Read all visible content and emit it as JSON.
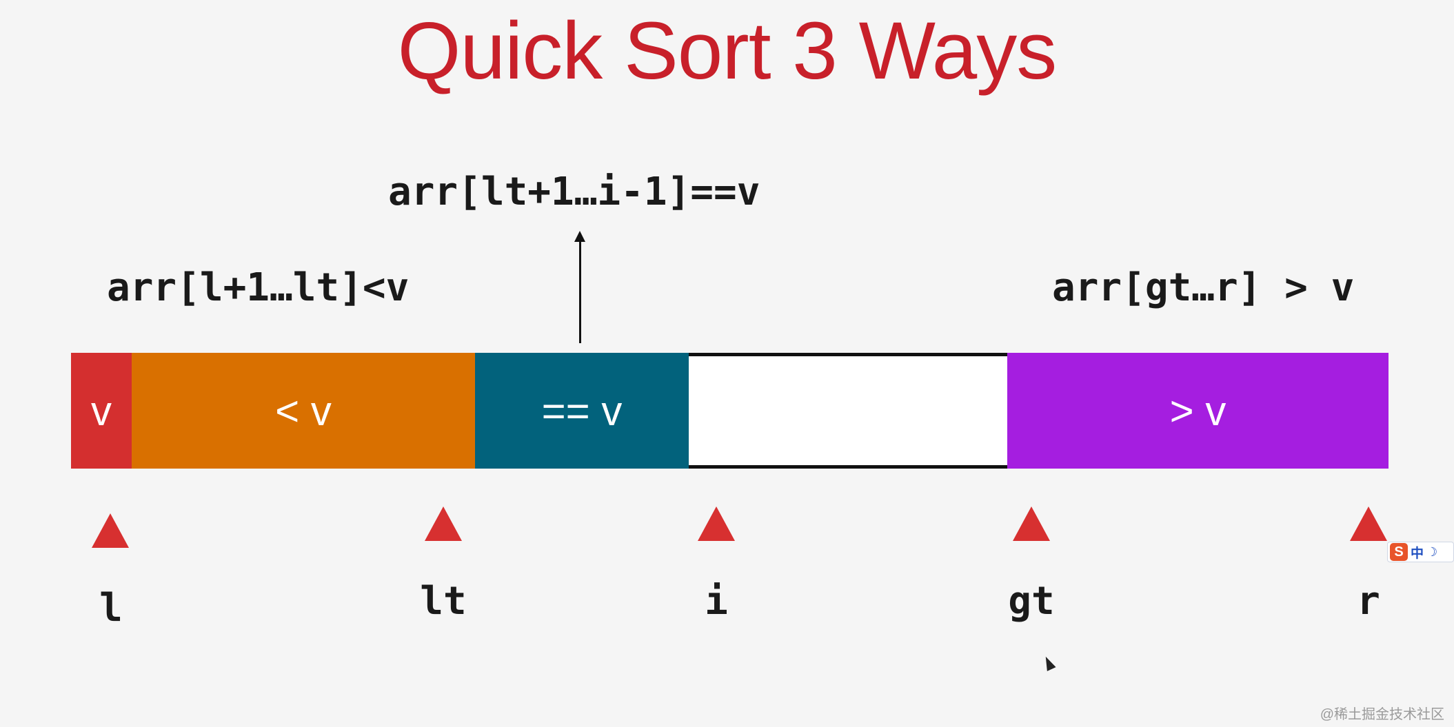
{
  "title": "Quick Sort 3 Ways",
  "annotations": {
    "equal_range": "arr[lt+1…i-1]==v",
    "less_range": "arr[l+1…lt]<v",
    "greater_range": "arr[gt…r] > v"
  },
  "segments": [
    {
      "label": "v",
      "color": "#d42f2f"
    },
    {
      "label": "< v",
      "color": "#d97000"
    },
    {
      "label": "== v",
      "color": "#02627c"
    },
    {
      "label": "",
      "color": "#ffffff"
    },
    {
      "label": "> v",
      "color": "#a51ee0"
    }
  ],
  "pointers": [
    "l",
    "lt",
    "i",
    "gt",
    "r"
  ],
  "pointer_color": "#d73030",
  "title_color": "#c8202a",
  "ime": {
    "logo": "S",
    "lang": "中",
    "moon": "☽"
  },
  "watermark": "@稀土掘金技术社区"
}
